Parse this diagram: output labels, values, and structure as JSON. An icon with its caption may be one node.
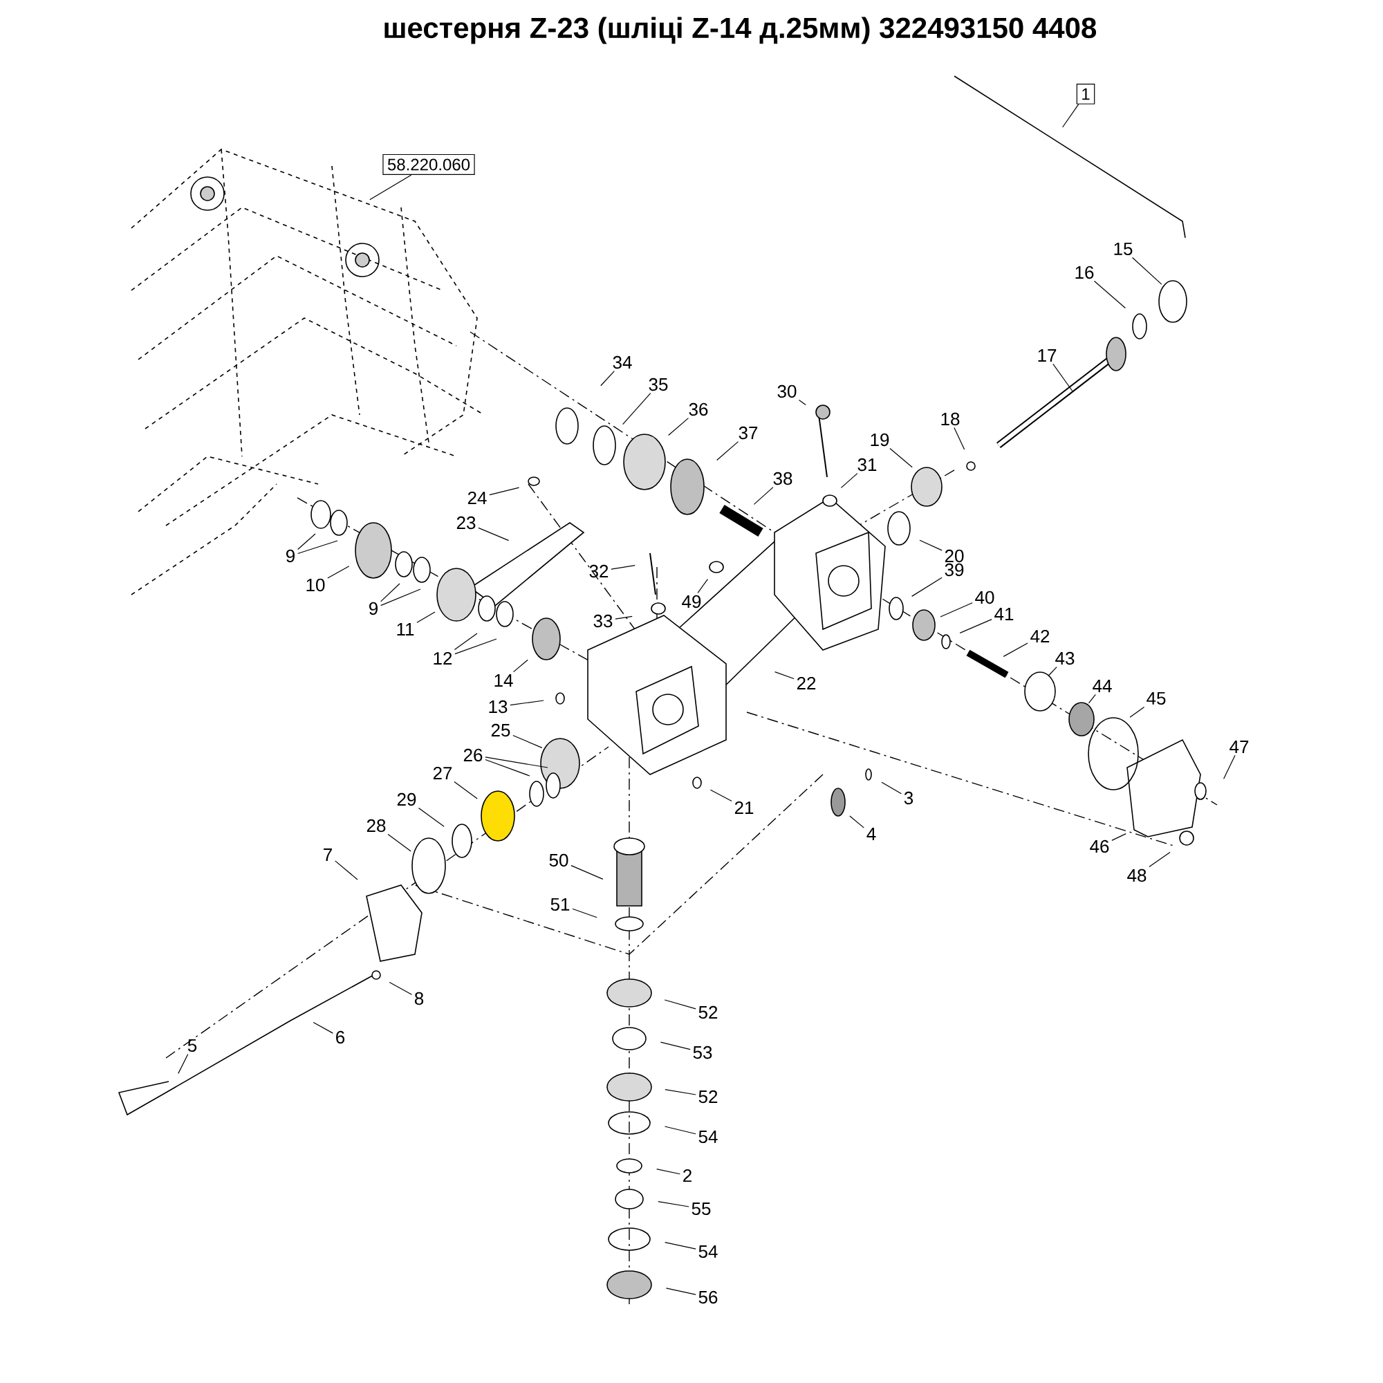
{
  "diagram": {
    "title": "шестерня Z-23 (шліці Z-14 д.25мм) 322493150 4408",
    "nodes": [
      {
        "text": [
          "1"
        ]
      },
      {
        "text": [
          "58.220.060"
        ]
      },
      {
        "text": [
          "15"
        ]
      },
      {
        "text": [
          "16"
        ]
      },
      {
        "text": [
          "17"
        ]
      },
      {
        "text": [
          "34"
        ]
      },
      {
        "text": [
          "30"
        ]
      },
      {
        "text": [
          "35"
        ]
      },
      {
        "text": [
          "36"
        ]
      },
      {
        "text": [
          "18"
        ]
      },
      {
        "text": [
          "37"
        ]
      },
      {
        "text": [
          "19"
        ]
      },
      {
        "text": [
          "31"
        ]
      },
      {
        "text": [
          "38"
        ]
      },
      {
        "text": [
          "24"
        ]
      },
      {
        "text": [
          "23"
        ]
      },
      {
        "text": [
          "9"
        ]
      },
      {
        "text": [
          "20"
        ]
      },
      {
        "text": [
          "32"
        ]
      },
      {
        "text": [
          "10"
        ]
      },
      {
        "text": [
          "39"
        ]
      },
      {
        "text": [
          "40"
        ]
      },
      {
        "text": [
          "9"
        ]
      },
      {
        "text": [
          "49"
        ]
      },
      {
        "text": [
          "41"
        ]
      },
      {
        "text": [
          "33"
        ]
      },
      {
        "text": [
          "11"
        ]
      },
      {
        "text": [
          "42"
        ]
      },
      {
        "text": [
          "12"
        ]
      },
      {
        "text": [
          "43"
        ]
      },
      {
        "text": [
          "14"
        ]
      },
      {
        "text": [
          "22"
        ]
      },
      {
        "text": [
          "44"
        ]
      },
      {
        "text": [
          "45"
        ]
      },
      {
        "text": [
          "13"
        ]
      },
      {
        "text": [
          "25"
        ]
      },
      {
        "text": [
          "47"
        ]
      },
      {
        "text": [
          "26"
        ]
      },
      {
        "text": [
          "27"
        ]
      },
      {
        "text": [
          "29"
        ]
      },
      {
        "text": [
          "3"
        ]
      },
      {
        "text": [
          "21"
        ]
      },
      {
        "text": [
          "28"
        ]
      },
      {
        "text": [
          "4"
        ]
      },
      {
        "text": [
          "46"
        ]
      },
      {
        "text": [
          "7"
        ]
      },
      {
        "text": [
          "50"
        ]
      },
      {
        "text": [
          "48"
        ]
      },
      {
        "text": [
          "51"
        ]
      },
      {
        "text": [
          "8"
        ]
      },
      {
        "text": [
          "52"
        ]
      },
      {
        "text": [
          "6"
        ]
      },
      {
        "text": [
          "5"
        ]
      },
      {
        "text": [
          "53"
        ]
      },
      {
        "text": [
          "52"
        ]
      },
      {
        "text": [
          "54"
        ]
      },
      {
        "text": [
          "2"
        ]
      },
      {
        "text": [
          "55"
        ]
      },
      {
        "text": [
          "54"
        ]
      },
      {
        "text": [
          "56"
        ]
      }
    ],
    "edges": [
      {
        "from": 0,
        "to": null,
        "arrow": "none"
      },
      {
        "from": 1,
        "to": null,
        "arrow": "none"
      },
      {
        "from": 2,
        "to": null,
        "arrow": "none"
      },
      {
        "from": 3,
        "to": null,
        "arrow": "none"
      },
      {
        "from": 4,
        "to": null,
        "arrow": "none"
      },
      {
        "from": 5,
        "to": null,
        "arrow": "none"
      },
      {
        "from": 6,
        "to": null,
        "arrow": "none"
      },
      {
        "from": 7,
        "to": null,
        "arrow": "none"
      },
      {
        "from": 8,
        "to": null,
        "arrow": "none"
      },
      {
        "from": 9,
        "to": null,
        "arrow": "none"
      },
      {
        "from": 10,
        "to": null,
        "arrow": "none"
      },
      {
        "from": 11,
        "to": null,
        "arrow": "none"
      },
      {
        "from": 12,
        "to": null,
        "arrow": "none"
      },
      {
        "from": 13,
        "to": null,
        "arrow": "none"
      },
      {
        "from": 14,
        "to": null,
        "arrow": "none"
      },
      {
        "from": 15,
        "to": null,
        "arrow": "none"
      },
      {
        "from": 16,
        "to": null,
        "arrow": "none"
      },
      {
        "from": 16,
        "to": null,
        "arrow": "none"
      },
      {
        "from": 17,
        "to": null,
        "arrow": "none"
      },
      {
        "from": 18,
        "to": null,
        "arrow": "none"
      },
      {
        "from": 19,
        "to": null,
        "arrow": "none"
      },
      {
        "from": 20,
        "to": null,
        "arrow": "none"
      },
      {
        "from": 21,
        "to": null,
        "arrow": "none"
      },
      {
        "from": 22,
        "to": null,
        "arrow": "none"
      },
      {
        "from": 22,
        "to": null,
        "arrow": "none"
      },
      {
        "from": 23,
        "to": null,
        "arrow": "none"
      },
      {
        "from": 24,
        "to": null,
        "arrow": "none"
      },
      {
        "from": 25,
        "to": null,
        "arrow": "none"
      },
      {
        "from": 26,
        "to": null,
        "arrow": "none"
      },
      {
        "from": 27,
        "to": null,
        "arrow": "none"
      },
      {
        "from": 28,
        "to": null,
        "arrow": "none"
      },
      {
        "from": 28,
        "to": null,
        "arrow": "none"
      },
      {
        "from": 29,
        "to": null,
        "arrow": "none"
      },
      {
        "from": 30,
        "to": null,
        "arrow": "none"
      },
      {
        "from": 31,
        "to": null,
        "arrow": "none"
      },
      {
        "from": 32,
        "to": null,
        "arrow": "none"
      },
      {
        "from": 33,
        "to": null,
        "arrow": "none"
      },
      {
        "from": 34,
        "to": null,
        "arrow": "none"
      },
      {
        "from": 35,
        "to": null,
        "arrow": "none"
      },
      {
        "from": 36,
        "to": null,
        "arrow": "none"
      },
      {
        "from": 37,
        "to": null,
        "arrow": "none"
      },
      {
        "from": 37,
        "to": null,
        "arrow": "none"
      },
      {
        "from": 38,
        "to": null,
        "arrow": "none"
      },
      {
        "from": 39,
        "to": null,
        "arrow": "none"
      },
      {
        "from": 40,
        "to": null,
        "arrow": "none"
      },
      {
        "from": 41,
        "to": null,
        "arrow": "none"
      },
      {
        "from": 42,
        "to": null,
        "arrow": "none"
      },
      {
        "from": 43,
        "to": null,
        "arrow": "none"
      },
      {
        "from": 44,
        "to": null,
        "arrow": "none"
      },
      {
        "from": 45,
        "to": null,
        "arrow": "none"
      },
      {
        "from": 46,
        "to": null,
        "arrow": "none"
      },
      {
        "from": 47,
        "to": null,
        "arrow": "none"
      },
      {
        "from": 48,
        "to": null,
        "arrow": "none"
      },
      {
        "from": 49,
        "to": null,
        "arrow": "none"
      },
      {
        "from": 50,
        "to": null,
        "arrow": "none"
      },
      {
        "from": 51,
        "to": null,
        "arrow": "none"
      },
      {
        "from": 52,
        "to": null,
        "arrow": "none"
      },
      {
        "from": 53,
        "to": null,
        "arrow": "none"
      },
      {
        "from": 54,
        "to": null,
        "arrow": "none"
      },
      {
        "from": 55,
        "to": null,
        "arrow": "none"
      },
      {
        "from": 56,
        "to": null,
        "arrow": "none"
      },
      {
        "from": 57,
        "to": null,
        "arrow": "none"
      },
      {
        "from": 58,
        "to": null,
        "arrow": "none"
      },
      {
        "from": 59,
        "to": null,
        "arrow": "none"
      }
    ]
  }
}
